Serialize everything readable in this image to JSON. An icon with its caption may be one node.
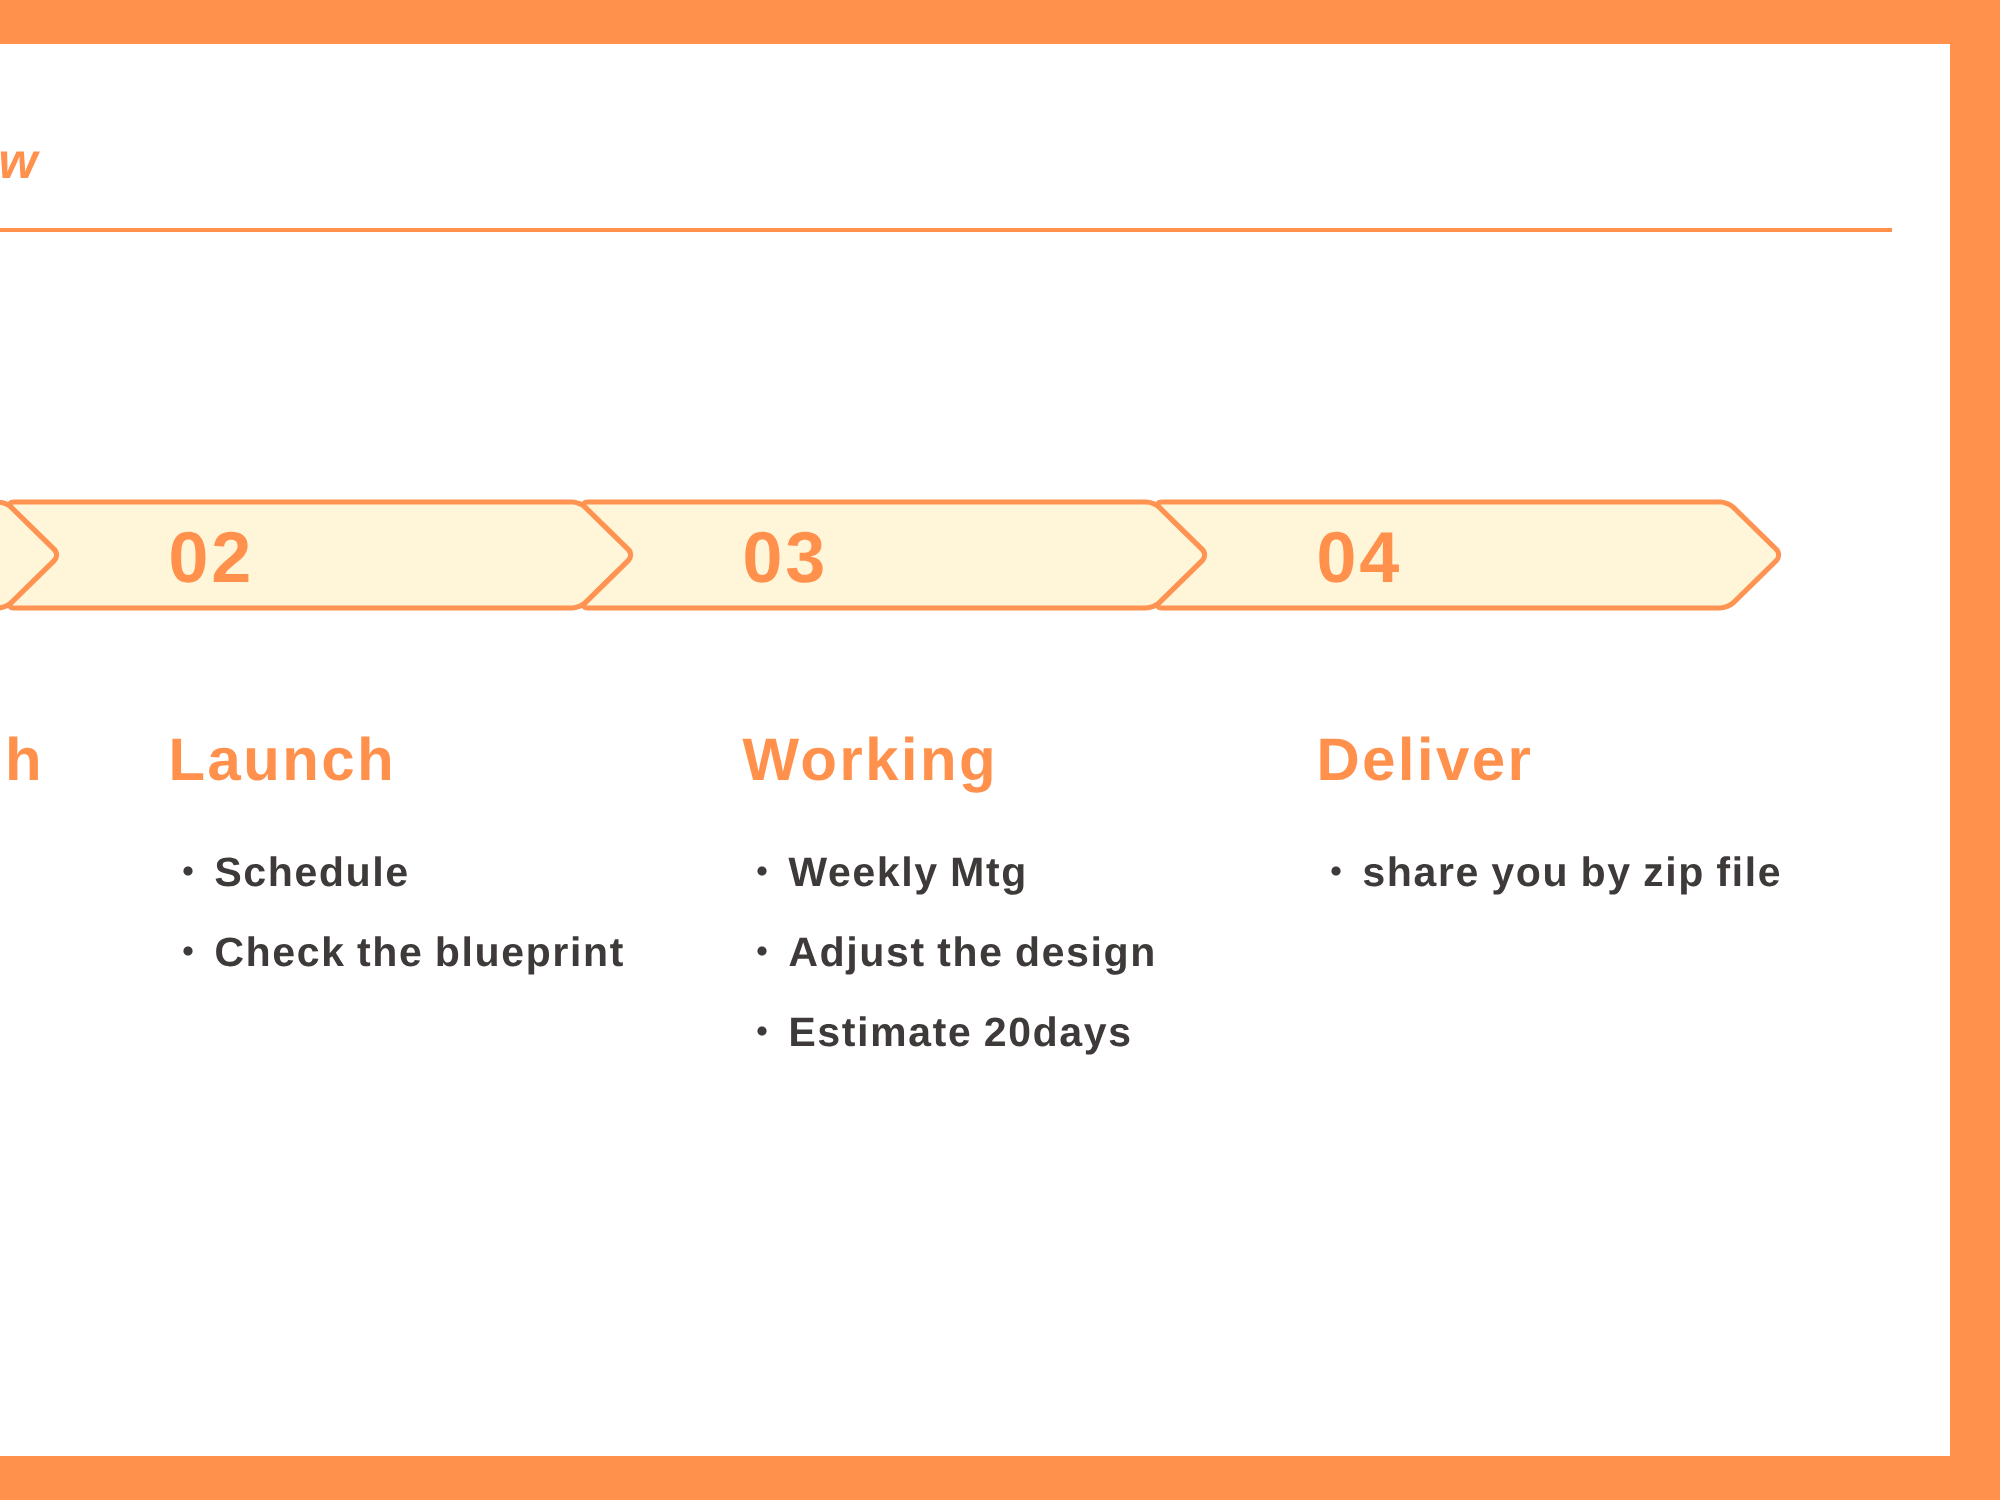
{
  "diagram": {
    "title": "w",
    "nodes": [
      {
        "text": [],
        "shape": "band",
        "beside": [
          "h"
        ]
      },
      {
        "text": [
          "02"
        ],
        "beside": [
          "Launch",
          "Schedule",
          "Check the blueprint"
        ]
      },
      {
        "text": [
          "03"
        ],
        "beside": [
          "Working",
          "Weekly Mtg",
          "Adjust the design",
          "Estimate 20days"
        ]
      },
      {
        "text": [
          "04"
        ],
        "beside": [
          "Deliver",
          "share you by zip file"
        ]
      }
    ]
  }
}
